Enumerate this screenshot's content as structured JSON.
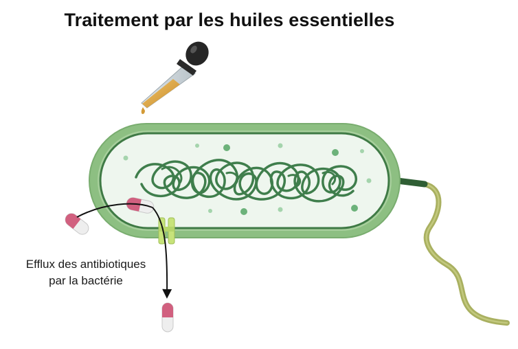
{
  "title": "Traitement par les huiles essentielles",
  "efflux_label": {
    "line1": "Efflux des antibiotiques",
    "line2": "par la bactérie"
  },
  "colors": {
    "cell_wall": "#8dbf82",
    "cell_wall_inner": "#3f7a45",
    "cytoplasm": "#eef6ee",
    "dna": "#3f7e4c",
    "ribosome": "#7cc08a",
    "pump": "#c7e37a",
    "pill_pink": "#d1607f",
    "pill_white": "#eeeeee",
    "flagellum": "#a9b060",
    "oil": "#d9a441",
    "arrow": "#111111"
  },
  "icons": [
    "dropper-icon",
    "bacterium-icon",
    "pill-icon",
    "efflux-pump-icon",
    "flagellum-icon",
    "arrow-icon"
  ]
}
